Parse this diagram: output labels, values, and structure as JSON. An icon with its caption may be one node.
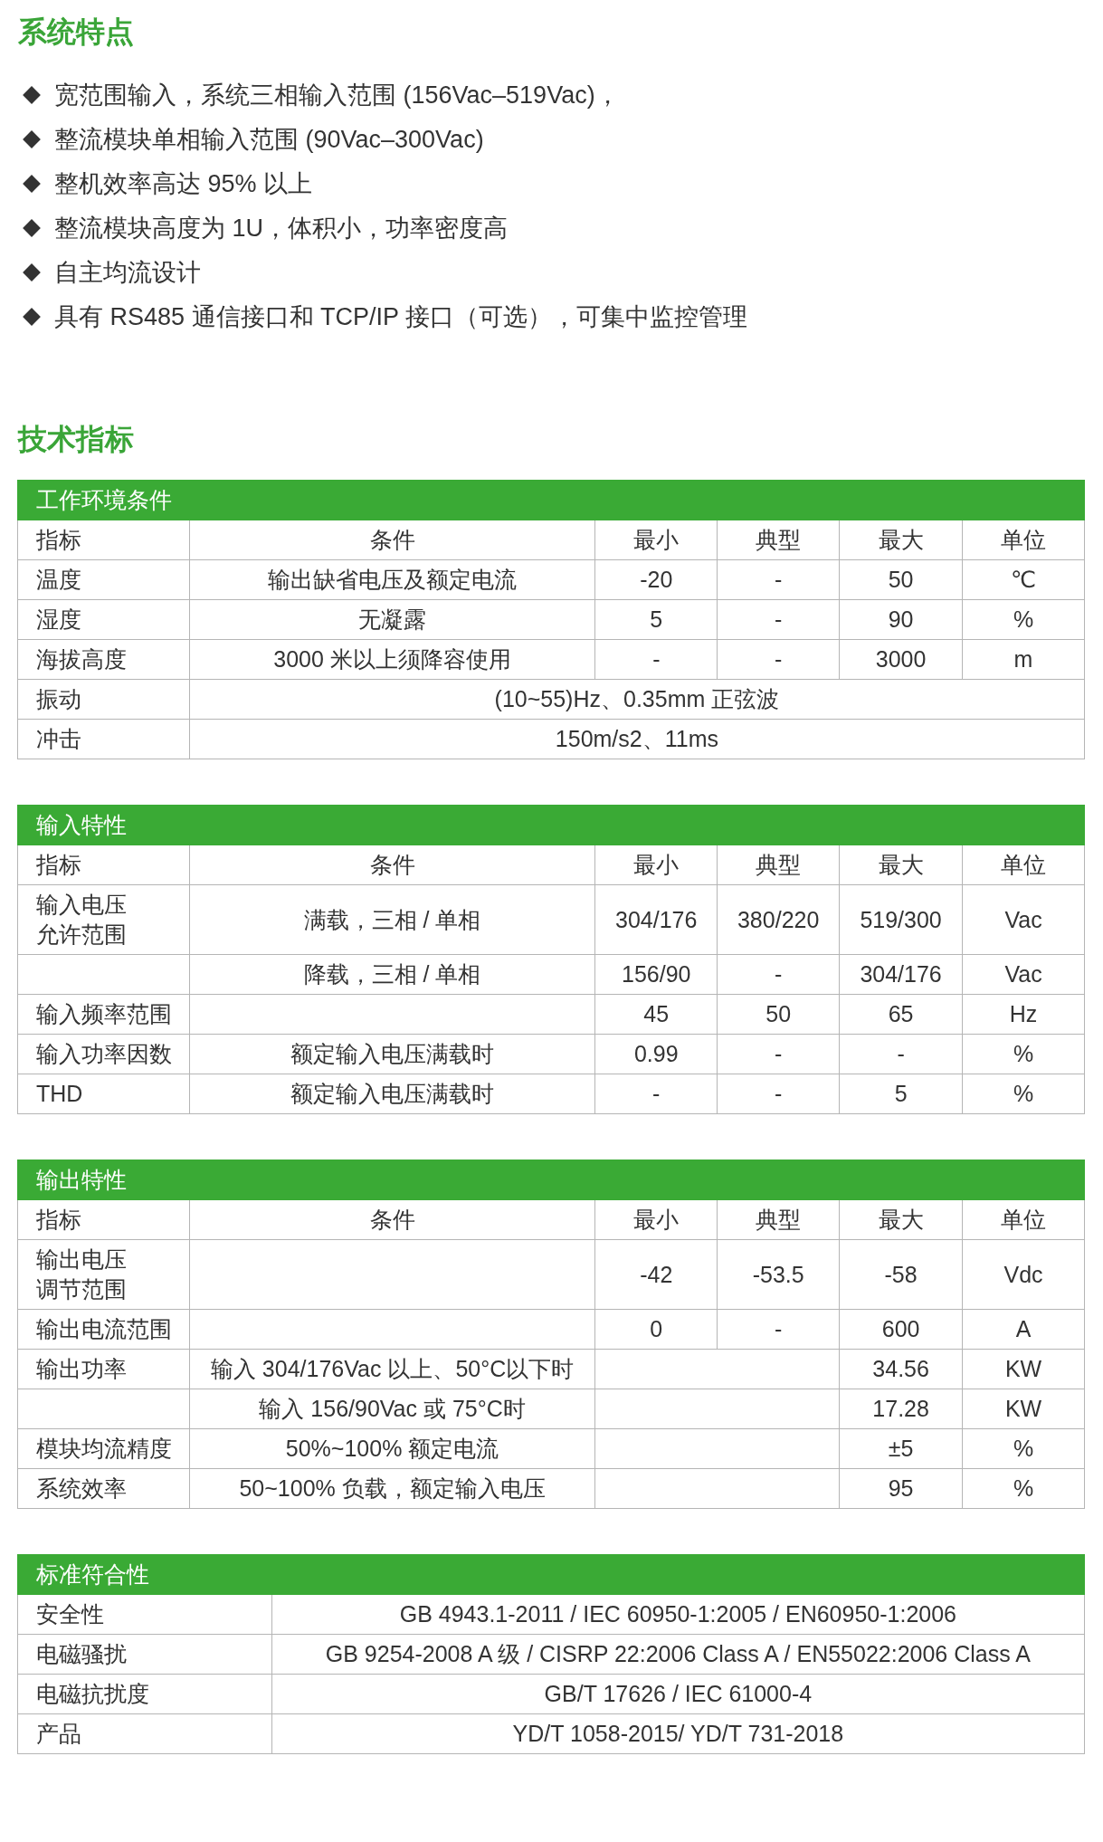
{
  "diagram": {
    "labels": [
      "系统特点",
      "宽范围输入，系统三相输入范围 (156Vac–519Vac)，",
      "整流模块单相输入范围 (90Vac–300Vac)",
      "整机效率高达 95% 以上",
      "整流模块高度为 1U，体积小，功率密度高",
      "自主均流设计",
      "具有 RS485 通信接口和 TCP/IP 接口（可选），可集中监控管理",
      "技术指标",
      "工作环境条件",
      "指标",
      "条件",
      "最小",
      "典型",
      "最大",
      "单位",
      "温度",
      "输出缺省电压及额定电流",
      "-20",
      "-",
      "50",
      "℃",
      "湿度",
      "无凝露",
      "5",
      "-",
      "90",
      "%",
      "海拔高度",
      "3000 米以上须降容使用",
      "-",
      "-",
      "3000",
      "m",
      "振动",
      "(10~55)Hz、0.35mm 正弦波",
      "冲击",
      "150m/s2、11ms",
      "输入特性",
      "指标",
      "条件",
      "最小",
      "典型",
      "最大",
      "单位",
      "输入电压允许范围",
      "满载，三相 / 单相",
      "304/176",
      "380/220",
      "519/300",
      "Vac",
      "降载，三相 / 单相",
      "156/90",
      "-",
      "304/176",
      "Vac",
      "输入频率范围",
      "45",
      "50",
      "65",
      "Hz",
      "输入功率因数",
      "额定输入电压满载时",
      "0.99",
      "-",
      "-",
      "%",
      "THD",
      "额定输入电压满载时",
      "-",
      "-",
      "5",
      "%",
      "输出特性",
      "指标",
      "条件",
      "最小",
      "典型",
      "最大",
      "单位",
      "输出电压调节范围",
      "-42",
      "-53.5",
      "-58",
      "Vdc",
      "输出电流范围",
      "0",
      "-",
      "600",
      "A",
      "输出功率",
      "输入 304/176Vac 以上、50°C以下时",
      "34.56",
      "KW",
      "输入 156/90Vac 或 75°C时",
      "17.28",
      "KW",
      "模块均流精度",
      "50%~100% 额定电流",
      "±5",
      "%",
      "系统效率",
      "50~100% 负载，额定输入电压",
      "95",
      "%",
      "标准符合性",
      "安全性",
      "GB 4943.1-2011 / IEC 60950-1:2005 / EN60950-1:2006",
      "电磁骚扰",
      "GB 9254-2008 A 级 / CISRP 22:2006 Class A / EN55022:2006 Class A",
      "电磁抗扰度",
      "GB/T 17626 / IEC 61000-4",
      "产品",
      "YD/T 1058-2015/ YD/T 731-2018"
    ]
  }
}
